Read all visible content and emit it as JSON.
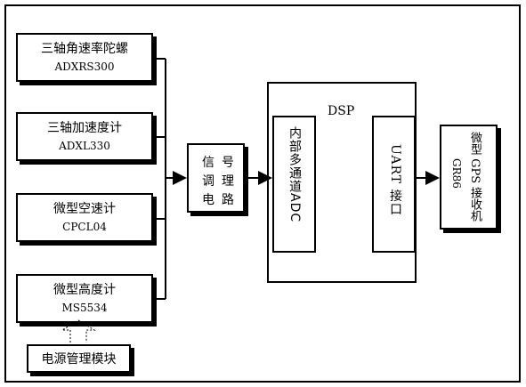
{
  "diagram": {
    "sensors": [
      {
        "cn": "三轴角速率陀螺",
        "en": "ADXRS300"
      },
      {
        "cn": "三轴加速度计",
        "en": "ADXL330"
      },
      {
        "cn": "微型空速计",
        "en": "CPCL04"
      },
      {
        "cn": "微型高度计",
        "en": "MS5534"
      }
    ],
    "signal": {
      "c1": "信",
      "c2": "号",
      "c3": "调",
      "c4": "理",
      "c5": "电",
      "c6": "路"
    },
    "dsp": {
      "label": "DSP",
      "adc": "内部多通道ADC",
      "uart": "UART 接口"
    },
    "gps": {
      "line1": "微型 GPS 接收机",
      "line2": "GR86"
    },
    "power": "电源管理模块"
  }
}
